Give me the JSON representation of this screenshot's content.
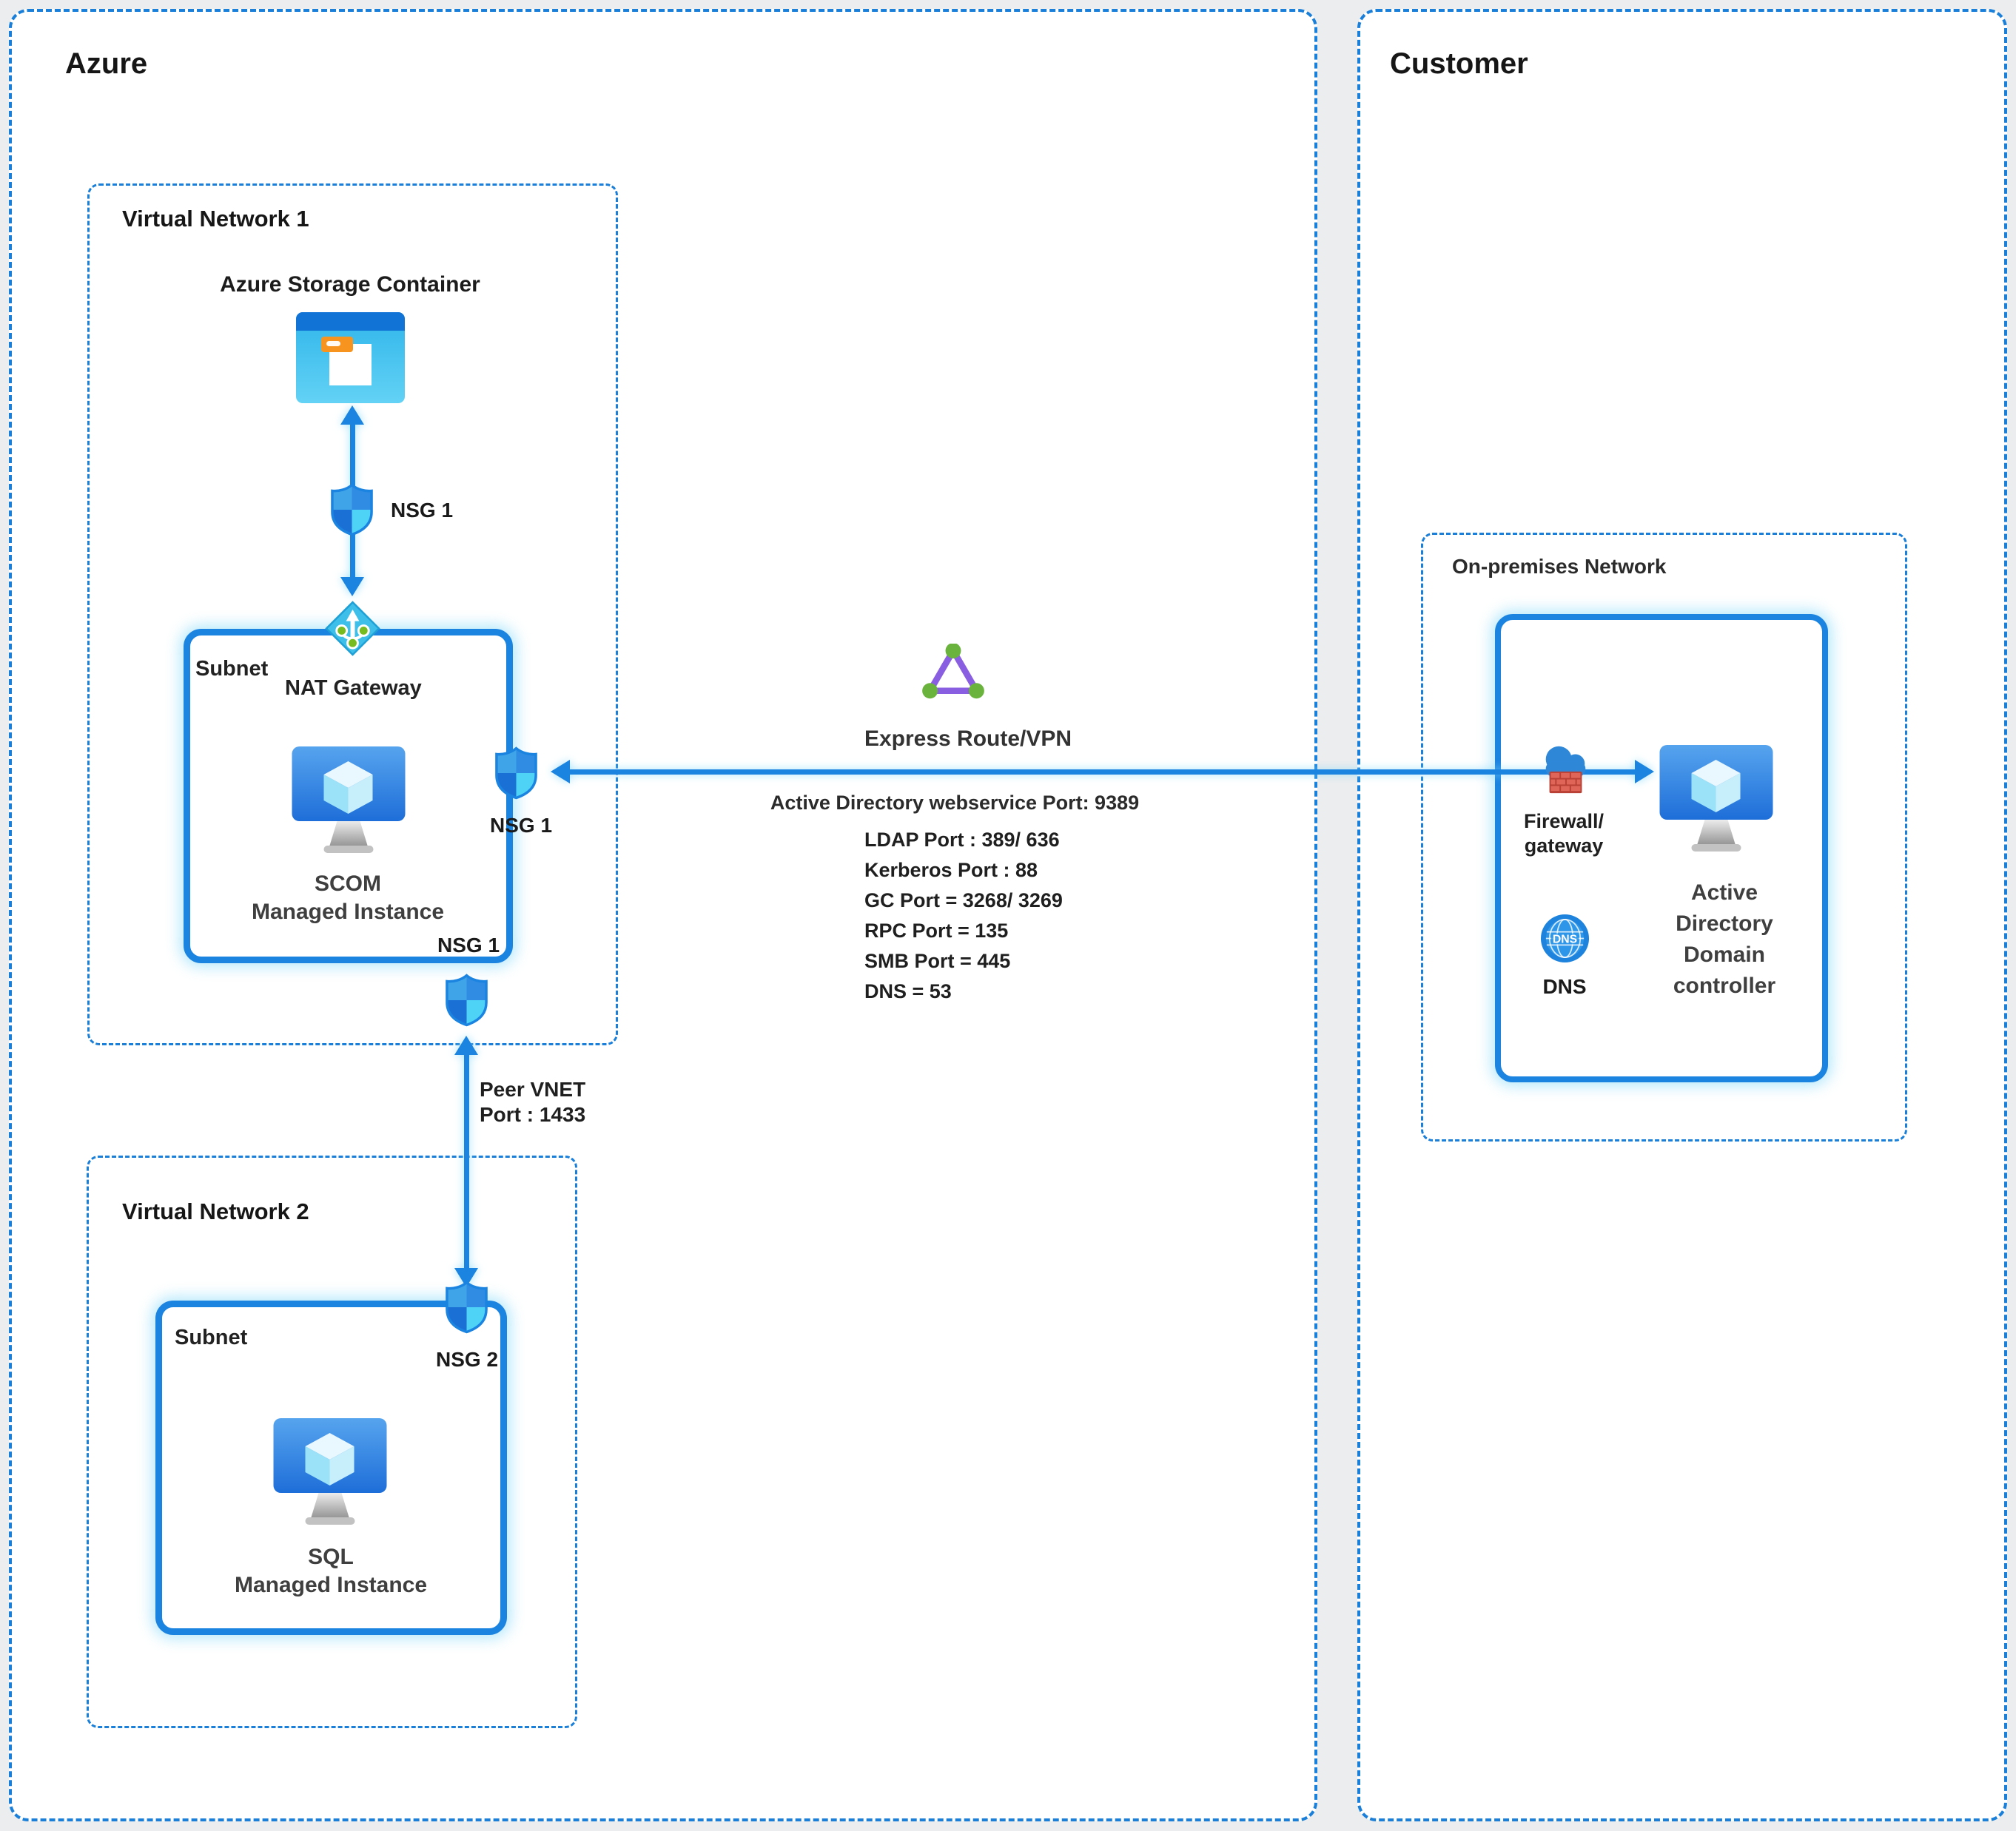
{
  "azure": {
    "title": "Azure",
    "vnet1": {
      "title": "Virtual Network 1",
      "storage_label": "Azure Storage Container",
      "nsg_top_label": "NSG 1",
      "nsg_bottom_label": "NSG 1",
      "subnet": {
        "label": "Subnet",
        "nat_label": "NAT Gateway",
        "scom_lines": [
          "SCOM",
          "Managed Instance"
        ],
        "nsg_right_label": "NSG 1"
      }
    },
    "peer_lines": [
      "Peer VNET",
      "Port : 1433"
    ],
    "vnet2": {
      "title": "Virtual Network 2",
      "subnet": {
        "label": "Subnet",
        "nsg_label": "NSG 2",
        "sql_lines": [
          "SQL",
          "Managed Instance"
        ]
      }
    }
  },
  "connection": {
    "title": "Express Route/VPN",
    "subtitle": "Active Directory webservice Port: 9389",
    "ports": [
      "LDAP Port : 389/ 636",
      "Kerberos Port : 88",
      "GC Port = 3268/ 3269",
      "RPC Port = 135",
      "SMB Port = 445",
      "DNS = 53"
    ]
  },
  "customer": {
    "title": "Customer",
    "onprem": {
      "title": "On-premises Network",
      "firewall_lines": [
        "Firewall/",
        "gateway"
      ],
      "dns_badge": "DNS",
      "dns_label": "DNS",
      "ad_lines": [
        "Active",
        "Directory",
        "Domain",
        "controller"
      ]
    }
  },
  "icons": {
    "nsg-shield-icon": "quartered blue security shield",
    "storage-container-icon": "blue window with orange folder tab",
    "nat-gateway-icon": "cyan diamond, white up arrow, green nodes",
    "managed-instance-monitor-icon": "blue monitor with cyan cube",
    "express-route-icon": "purple triangle with green nodes",
    "firewall-gateway-icon": "blue cloud with red brick wall",
    "dns-globe-icon": "blue globe with DNS text",
    "connector-arrow": "blue arrow"
  },
  "colors": {
    "accent_blue": "#1b83e0",
    "dashed_border_blue": "#1a7fd9",
    "shield_cyan": "#4ed2f6",
    "nat_cyan": "#3ebfe9",
    "storage_header_blue": "#1273d6",
    "storage_orange": "#f79420",
    "express_purple": "#8a5ee0",
    "express_green": "#6ab33c",
    "firewall_red": "#b94034",
    "dns_blue": "#1d83dc",
    "background_gray": "#ecedee"
  }
}
